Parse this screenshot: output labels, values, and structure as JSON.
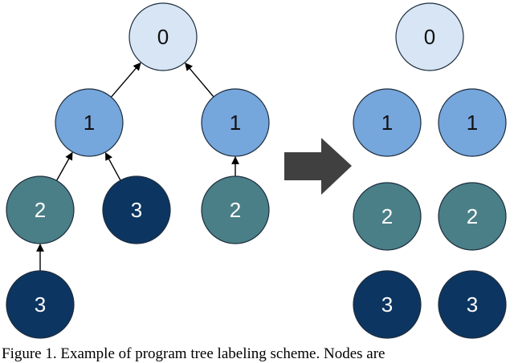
{
  "colors": {
    "level_0": "#d7e5f4",
    "level_1": "#75a6dc",
    "level_2": "#4a7f87",
    "level_3": "#0d3561",
    "stroke": "#1c2d3d",
    "arrow": "#000000",
    "big_arrow": "#404040",
    "text_dark": "#111111",
    "text_light": "#ffffff"
  },
  "tree": {
    "nodes": [
      {
        "id": "t0",
        "label": "0",
        "level": 0
      },
      {
        "id": "t1a",
        "label": "1",
        "level": 1
      },
      {
        "id": "t1b",
        "label": "1",
        "level": 1
      },
      {
        "id": "t2a",
        "label": "2",
        "level": 2
      },
      {
        "id": "t3a",
        "label": "3",
        "level": 3
      },
      {
        "id": "t2b",
        "label": "2",
        "level": 2
      },
      {
        "id": "t3b",
        "label": "3",
        "level": 3
      }
    ],
    "edges": [
      {
        "from": "t1a",
        "to": "t0"
      },
      {
        "from": "t1b",
        "to": "t0"
      },
      {
        "from": "t2a",
        "to": "t1a"
      },
      {
        "from": "t3a",
        "to": "t1a"
      },
      {
        "from": "t2b",
        "to": "t1b"
      },
      {
        "from": "t3b",
        "to": "t2a"
      }
    ]
  },
  "labeled": {
    "nodes": [
      {
        "id": "r0",
        "label": "0",
        "level": 0
      },
      {
        "id": "r1a",
        "label": "1",
        "level": 1
      },
      {
        "id": "r1b",
        "label": "1",
        "level": 1
      },
      {
        "id": "r2a",
        "label": "2",
        "level": 2
      },
      {
        "id": "r2b",
        "label": "2",
        "level": 2
      },
      {
        "id": "r3a",
        "label": "3",
        "level": 3
      },
      {
        "id": "r3b",
        "label": "3",
        "level": 3
      }
    ]
  },
  "caption": "Figure 1. Example of program tree labeling scheme. Nodes are"
}
